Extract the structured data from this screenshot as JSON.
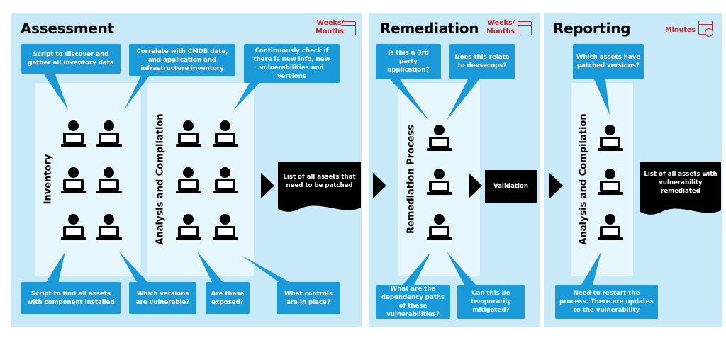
{
  "panels": {
    "assessment": {
      "title": "Assessment",
      "duration_line1": "Weeks/",
      "duration_line2": "Months"
    },
    "remediation": {
      "title": "Remediation",
      "duration_line1": "Weeks/",
      "duration_line2": "Months"
    },
    "reporting": {
      "title": "Reporting",
      "duration_line1": "Minutes"
    }
  },
  "columns": {
    "inventory": "Inventory",
    "analysis_compilation": "Analysis and Compilation",
    "remediation_process": "Remediation Process",
    "reporting_analysis": "Analysis and Compilation"
  },
  "callouts": {
    "discover": "Script to discover and gather all inventory data",
    "correlate": "Correlate with CMDB data, and application and infrastructure inventory",
    "continuous": "Continuously check if there is new info, new vulnerabilities and versions",
    "find_assets": "Script to find all assets with component installed",
    "versions": "Which versions are vulnerable?",
    "exposed": "Are these exposed?",
    "controls": "What controls are in place?",
    "third_party": "Is this a 3rd party application?",
    "devsecops": "Does this relate to devsecops?",
    "dependency": "What are the dependency paths of these vulnerabilities?",
    "mitigated": "Can this be temporarily mitigated?",
    "patched_versions": "Which assets have patched versions?",
    "restart": "Need to restart the process. There are updates to the vulnerability"
  },
  "outputs": {
    "assets_to_patch": "List of all assets that need to be patched",
    "validation": "Validation",
    "assets_remediated": "List of all assets with vulnerability remediated"
  },
  "icons": {
    "calendar": "calendar-icon",
    "clock_calendar": "calendar-clock-icon",
    "person": "person-laptop-icon"
  },
  "colors": {
    "panel_bg": "#c8e9f8",
    "column_bg": "#e6f6fd",
    "callout_bg": "#1a9ad8",
    "accent": "#c0272d"
  }
}
